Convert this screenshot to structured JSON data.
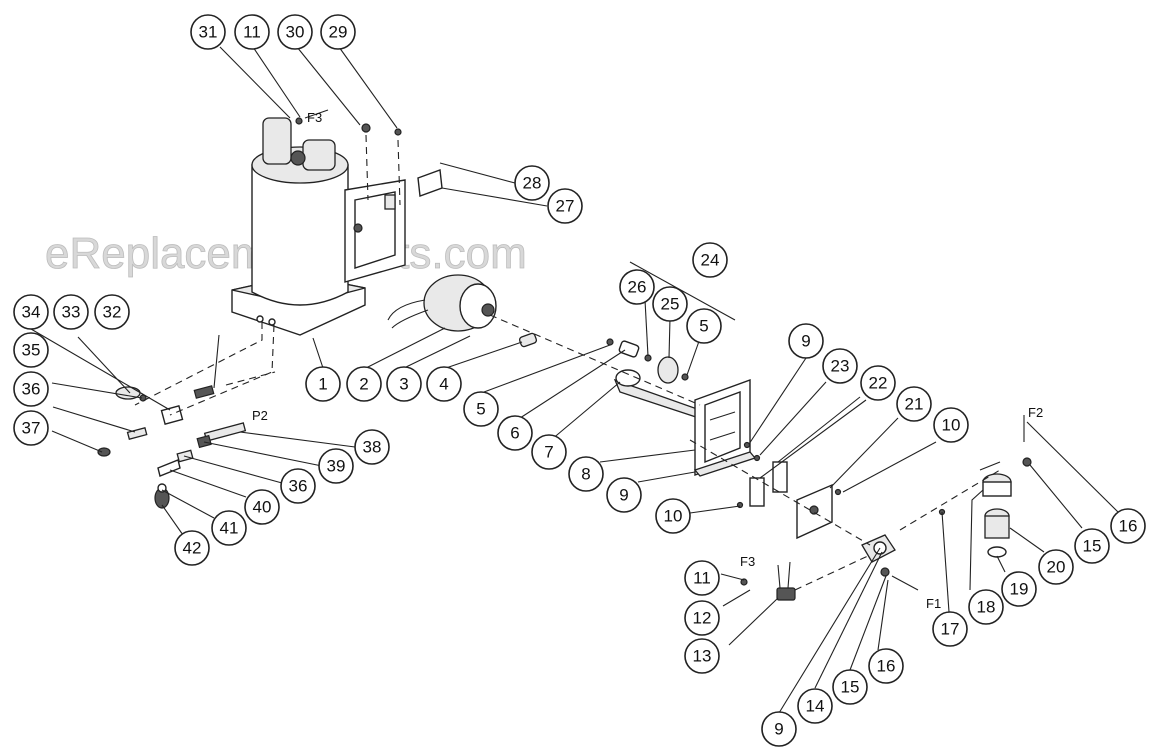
{
  "watermark": "eReplacementParts.com",
  "annotations": {
    "f3_top": "F3",
    "f3_bottom": "F3",
    "p2": "P2",
    "f2": "F2",
    "f1": "F1"
  },
  "callouts": [
    "31",
    "11",
    "30",
    "29",
    "28",
    "27",
    "24",
    "26",
    "25",
    "5",
    "1",
    "2",
    "3",
    "4",
    "5",
    "6",
    "7",
    "8",
    "9",
    "23",
    "22",
    "21",
    "10",
    "9",
    "10",
    "34",
    "33",
    "32",
    "35",
    "36",
    "37",
    "38",
    "39",
    "36",
    "40",
    "41",
    "42",
    "16",
    "15",
    "20",
    "19",
    "18",
    "17",
    "11",
    "12",
    "13",
    "9",
    "14",
    "15",
    "16"
  ]
}
